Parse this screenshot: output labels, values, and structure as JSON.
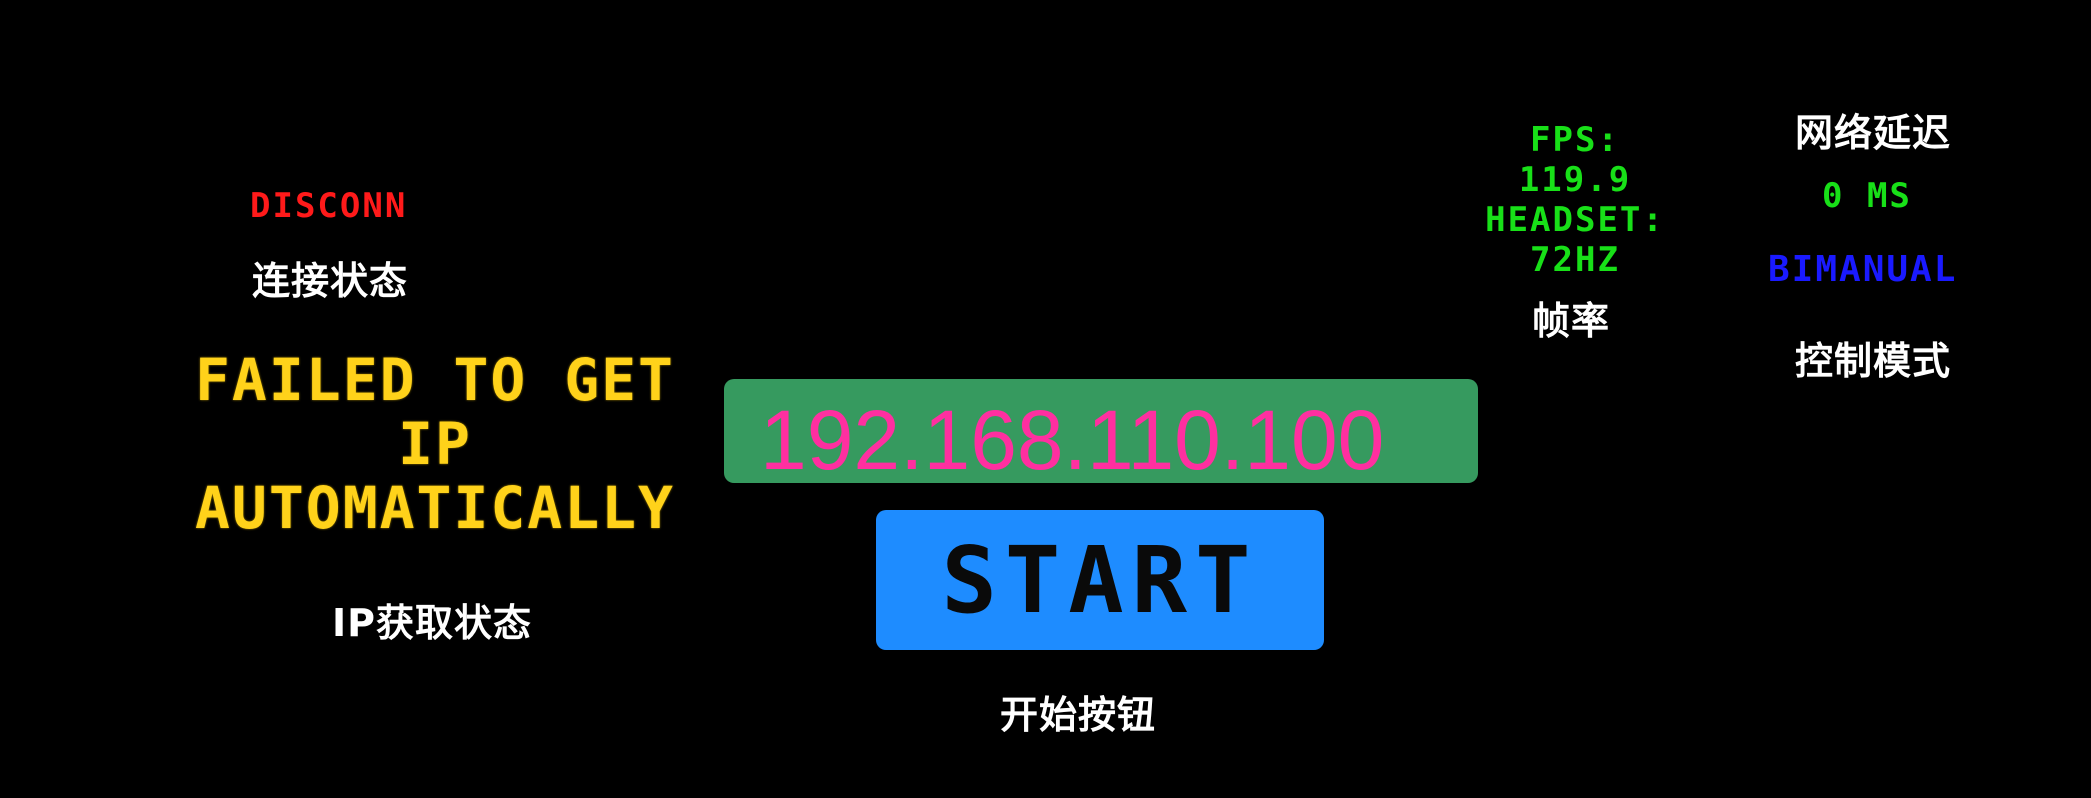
{
  "connection": {
    "status": "DISCONN",
    "caption": "连接状态"
  },
  "ip_status": {
    "lines": [
      "FAILED TO GET",
      "IP",
      "AUTOMATICALLY"
    ],
    "caption": "IP获取状态"
  },
  "ip_field": {
    "value": "192.168.110.100"
  },
  "start": {
    "label": "START",
    "caption": "开始按钮"
  },
  "fps": {
    "label": "FPS:",
    "value": "119.9",
    "headset_label": "HEADSET:",
    "headset_value": "72HZ",
    "caption": "帧率"
  },
  "latency": {
    "caption": "网络延迟",
    "value": "0 MS"
  },
  "control_mode": {
    "value": "BIMANUAL",
    "caption": "控制模式"
  },
  "colors": {
    "background": "#000000",
    "conn_status": "#ff1a1a",
    "ip_status": "#ffd21a",
    "ip_field_bg": "#369a5f",
    "ip_field_text": "#ff2fa0",
    "start_button_bg": "#1e8cff",
    "fps_text": "#18e018",
    "mode_text": "#1a1aff"
  }
}
